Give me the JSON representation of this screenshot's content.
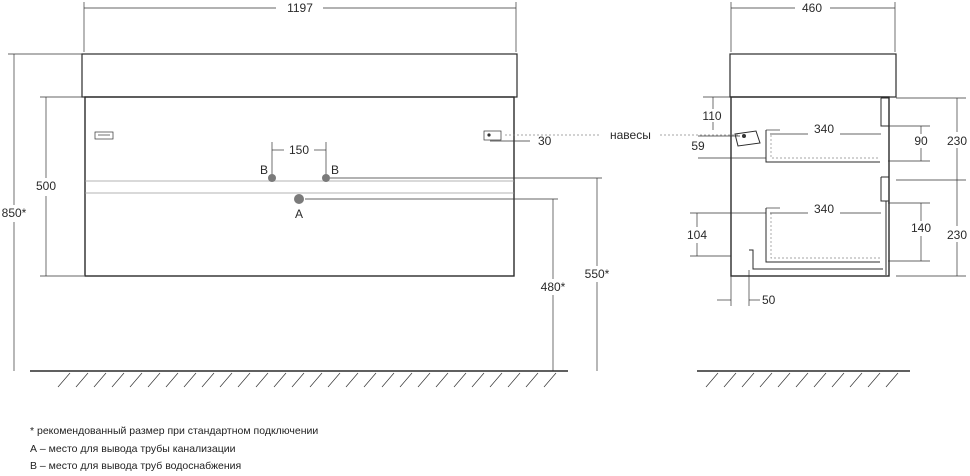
{
  "front": {
    "width": "1197",
    "height_total": "850*",
    "body_height": "500",
    "pipe_spacing": "150",
    "offset_side": "30",
    "label_b": "B",
    "label_a": "A",
    "height_a": "480*",
    "height_b": "550*"
  },
  "side": {
    "depth": "460",
    "hinge_label": "навесы",
    "hinge_top": "110",
    "hinge_gap": "59",
    "drawer_top_depth": "340",
    "drawer_bottom_depth": "340",
    "top_inner": "90",
    "top_outer": "230",
    "bottom_inner": "140",
    "bottom_outer": "230",
    "bottom_rail": "104",
    "foot": "50"
  },
  "legend": {
    "note": "* рекомендованный размер при стандартном подключении",
    "a": "А – место для вывода трубы канализации",
    "b": "В – место для вывода труб водоснабжения"
  }
}
